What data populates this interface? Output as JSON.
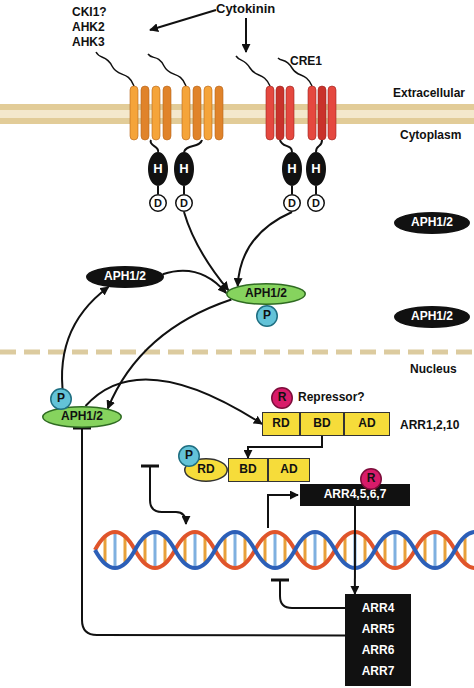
{
  "diagram": {
    "nodes": [
      {
        "text": [
          "H"
        ]
      },
      {
        "text": [
          "D"
        ]
      },
      {
        "text": [
          "H"
        ]
      },
      {
        "text": [
          "D"
        ]
      },
      {
        "text": [
          "H"
        ]
      },
      {
        "text": [
          "D"
        ]
      },
      {
        "text": [
          "H"
        ]
      },
      {
        "text": [
          "D"
        ]
      },
      {
        "text": [
          "APH1/2"
        ]
      },
      {
        "text": [
          "APH1/2"
        ]
      },
      {
        "text": [
          "APH1/2"
        ]
      },
      {
        "text": [
          "P"
        ]
      },
      {
        "text": [
          "APH1/2"
        ]
      },
      {
        "text": [
          "P"
        ]
      },
      {
        "text": [
          "R"
        ]
      },
      {
        "text": [
          "RD"
        ]
      },
      {
        "text": [
          "BD"
        ]
      },
      {
        "text": [
          "AD"
        ]
      },
      {
        "text": [
          "APH1/2"
        ]
      },
      {
        "text": [
          "P"
        ]
      },
      {
        "text": [
          "RD"
        ]
      },
      {
        "text": [
          "BD"
        ]
      },
      {
        "text": [
          "AD"
        ]
      },
      {
        "text": [
          "R"
        ]
      },
      {
        "text": [
          "ARR4,5,6,7"
        ]
      },
      {
        "text": [
          "ARR4",
          "ARR5",
          "ARR6",
          "ARR7"
        ]
      }
    ],
    "edges": [
      {
        "from": 3,
        "to": 10,
        "arrow": "to"
      },
      {
        "from": 5,
        "to": 10,
        "arrow": "to"
      },
      {
        "from": 9,
        "to": 10,
        "arrow": "to"
      },
      {
        "from": 10,
        "to": 18,
        "arrow": "to"
      },
      {
        "from": 18,
        "to": 9,
        "arrow": "to"
      },
      {
        "from": 18,
        "to": 15,
        "arrow": "to"
      },
      {
        "from": 16,
        "to": 21,
        "arrow": "to"
      },
      {
        "from": 24,
        "to": 25,
        "arrow": "to"
      },
      {
        "from": 25,
        "to": 18,
        "arrow": "to"
      }
    ],
    "labels": [
      "Cytokinin",
      "CKI1?",
      "AHK2",
      "AHK3",
      "CRE1",
      "Extracellular",
      "Cytoplasm",
      "Nucleus",
      "Repressor?",
      "ARR1,2,10"
    ]
  }
}
